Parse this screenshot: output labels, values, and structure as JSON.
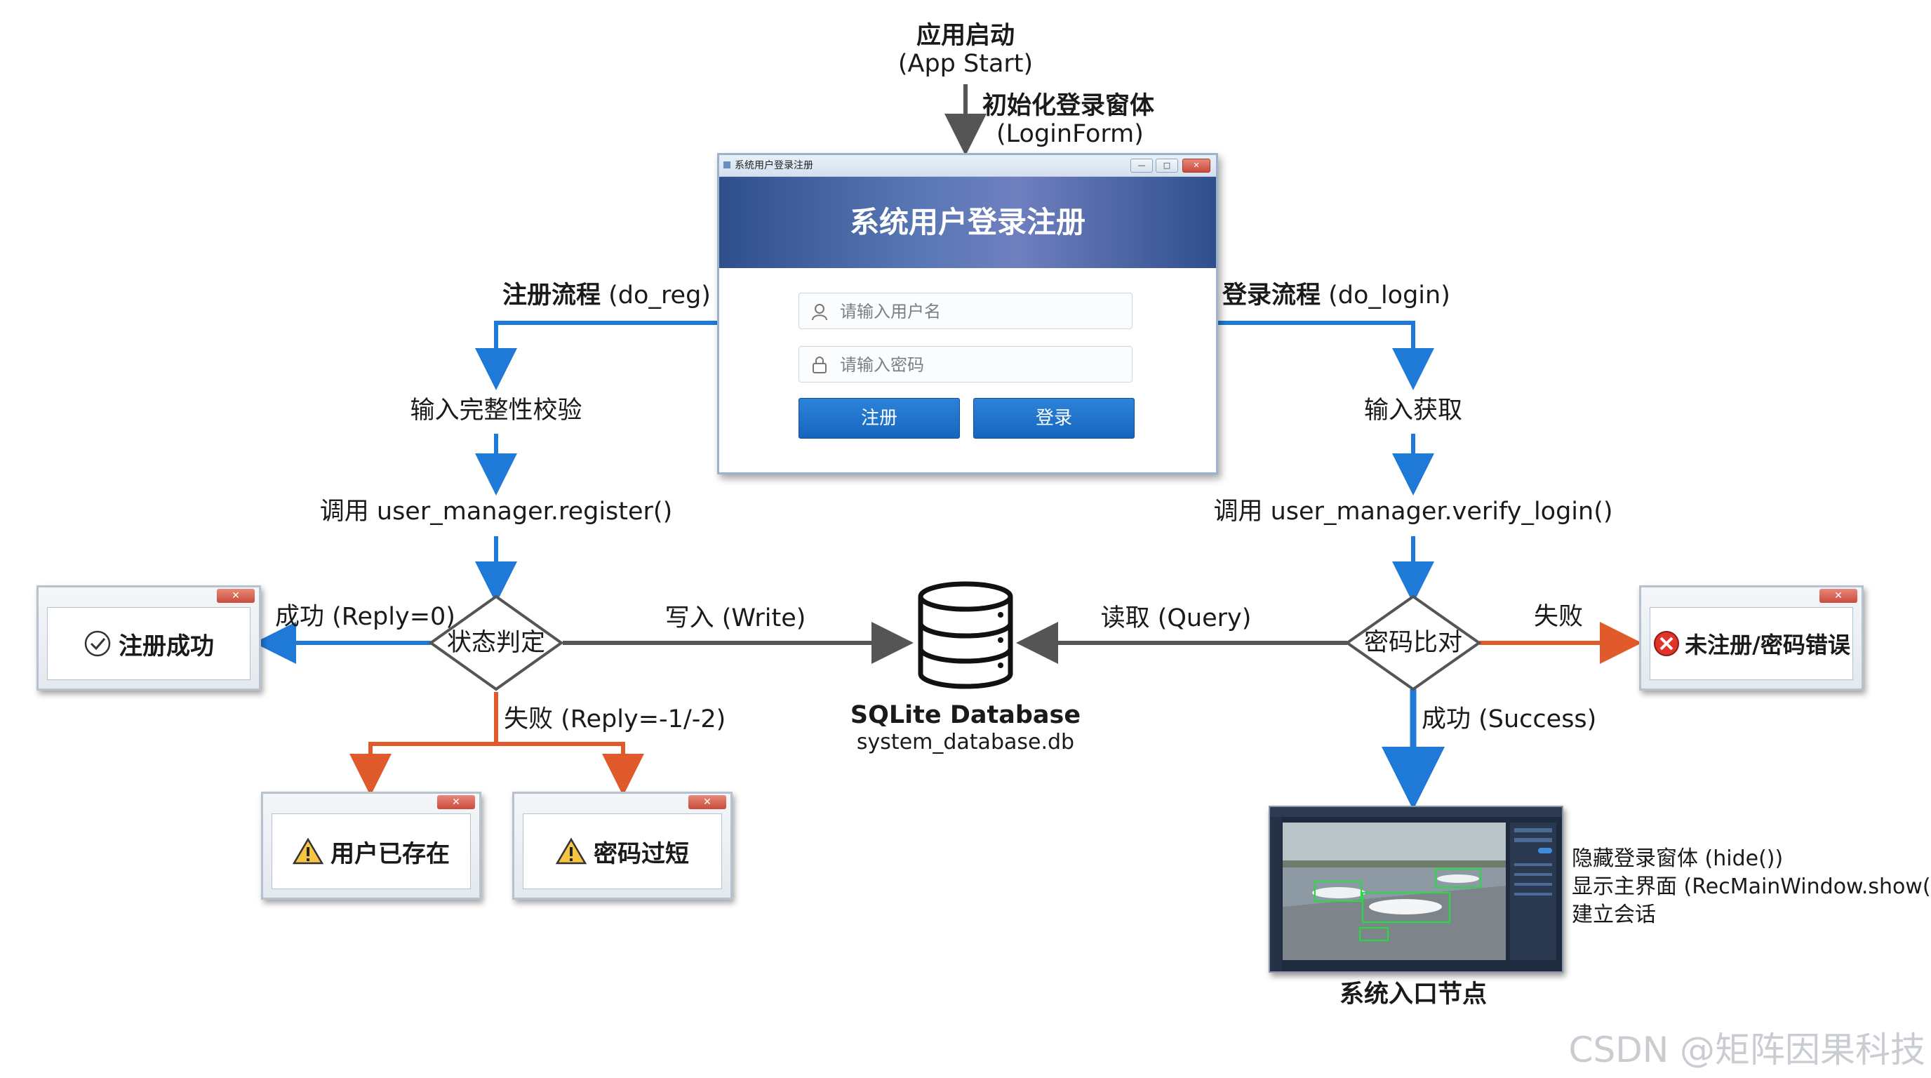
{
  "start": {
    "title": "应用启动",
    "subtitle": "(App Start)"
  },
  "init": {
    "title": "初始化登录窗体",
    "subtitle": "(LoginForm)"
  },
  "login_window": {
    "titlebar": "系统用户登录注册",
    "banner": "系统用户登录注册",
    "username_placeholder": "请输入用户名",
    "password_placeholder": "请输入密码",
    "register_button": "注册",
    "login_button": "登录"
  },
  "register_flow": {
    "title": "注册流程",
    "title_code": "(do_reg)",
    "step1": "输入完整性校验",
    "step2": "调用 user_manager.register()",
    "decision": "状态判定",
    "success_label": "成功 (Reply=0)",
    "success_dialog": "注册成功",
    "fail_label": "失败 (Reply=-1/-2)",
    "error_user_exists": "用户已存在",
    "error_password_short": "密码过短",
    "write_label": "写入 (Write)"
  },
  "database": {
    "name": "SQLite Database",
    "file": "system_database.db"
  },
  "login_flow": {
    "title": "登录流程",
    "title_code": "(do_login)",
    "step1": "输入获取",
    "step2": "调用 user_manager.verify_login()",
    "decision": "密码比对",
    "read_label": "读取 (Query)",
    "fail_label": "失败",
    "fail_dialog": "未注册/密码错误",
    "success_label": "成功 (Success)",
    "actions": [
      "隐藏登录窗体 (hide())",
      "显示主界面 (RecMainWindow.show())",
      "建立会话"
    ],
    "entry_node": "系统入口节点"
  },
  "watermark": "CSDN @矩阵因果科技",
  "colors": {
    "blue": "#1e7ad6",
    "orange": "#e05a2b",
    "gray": "#555555"
  }
}
